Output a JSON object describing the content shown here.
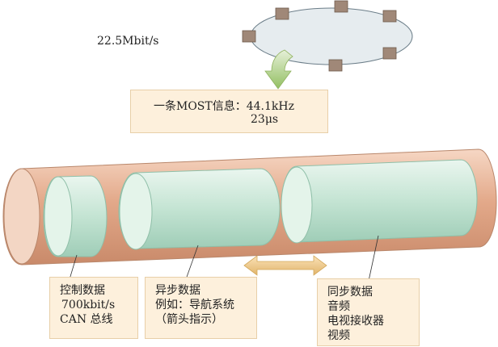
{
  "top": {
    "bit_rate": "22.5Mbit/s",
    "info_line1": "一条MOST信息：44.1kHz",
    "info_line2": "23μs"
  },
  "labels": {
    "control": [
      "控制数据",
      "700kbit/s",
      "CAN 总线"
    ],
    "async": [
      "异步数据",
      "例如：导航系统",
      "（箭头指示）"
    ],
    "sync": [
      "同步数据",
      "音频",
      "电视接收器",
      "视频"
    ]
  },
  "colors": {
    "pipe_outer": "#e8b89a",
    "pipe_inner": "#cfe9dc",
    "box_fill": "#fdf0dc",
    "ring_fill": "#e6ecef",
    "node_fill": "#a08878",
    "arrow_green": "#a7cc7a",
    "double_arrow": "#e8c07a"
  }
}
